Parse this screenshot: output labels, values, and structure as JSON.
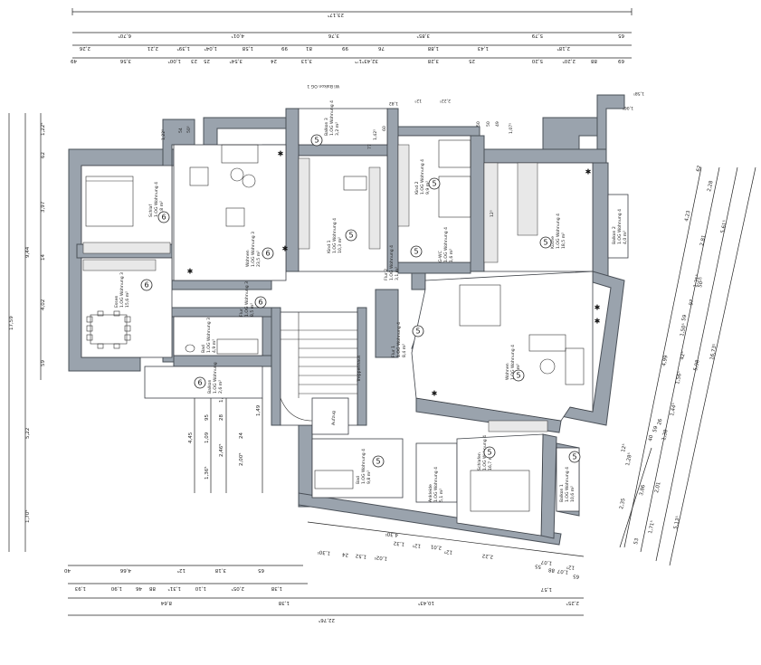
{
  "top_dims": {
    "row1": [
      "23,17⁵"
    ],
    "row2": [
      "6,70⁵",
      "4,01⁵",
      "3,76",
      "3,85⁵",
      "5,79",
      "65"
    ],
    "row3": [
      "2,26",
      "2,21",
      "1,39⁵",
      "1,04⁵",
      "1,58",
      "99",
      "81",
      "99",
      "76",
      "1,88",
      "1,43",
      "2,18⁵"
    ],
    "row4": [
      "49",
      "3,56",
      "1,00⁵",
      "23",
      "25",
      "3,54⁵",
      "24",
      "3,13",
      "32,43⁵1⁷⁵",
      "3,28",
      "25",
      "5,20",
      "2,20⁵",
      "88",
      "69"
    ]
  },
  "left_dims": {
    "outer": [
      "17,59"
    ],
    "middle": [
      "9,44",
      "5,22",
      "1,70⁵"
    ],
    "inner": [
      "1,22⁵",
      "62",
      "3,97",
      "14",
      "4,02",
      "59"
    ]
  },
  "right_dims": [
    "16,73⁵",
    "5,98",
    "5,13⁵",
    "5,61⁵",
    "2,28",
    "2,81",
    "1,50⁵",
    "1,38",
    "1,71⁵",
    "4,23",
    "97",
    "1,31⁵",
    "4,99",
    "1,56⁵",
    "1,44⁵",
    "59",
    "2,01",
    "53",
    "3,86",
    "2,35",
    "1,28⁵",
    "42⁵",
    "40",
    "26",
    "59",
    "50²⁵",
    "62",
    "12⁵"
  ],
  "bottom_dims": {
    "row1": [
      "4,30⁵",
      "1,30⁵",
      "24",
      "1,52",
      "1,02⁵",
      "1,32",
      "12⁵",
      "2,01",
      "12⁵",
      "2,22",
      "1,07",
      "55",
      "88",
      "1,07",
      "12⁵",
      "65"
    ],
    "row2": [
      "40",
      "4,66",
      "12⁵",
      "3,18",
      "65"
    ],
    "row3": [
      "1,93",
      "1,90",
      "46",
      "88",
      "1,31⁵",
      "1,10",
      "2,05⁵",
      "1,38"
    ],
    "row4": [
      "8,64",
      "1,38",
      "10,43⁵",
      "1,57",
      "2,25⁵"
    ],
    "row5": [
      "22,76⁵"
    ]
  },
  "section_dims": [
    "4,45",
    "1,09",
    "1,36⁵",
    "95",
    "28",
    "1,20",
    "1,49",
    "2,46⁵",
    "24",
    "2,00⁵",
    "38"
  ],
  "rooms": [
    {
      "name": "Schlaf",
      "label": "1.OG Wohnung 4",
      "area": "12,8 m²",
      "circle": "6"
    },
    {
      "name": "Wohnen",
      "label": "1.OG Wohnung 3",
      "area": "23,5 m²",
      "circle": "6"
    },
    {
      "name": "Balkon 3",
      "label": "1.OG Wohnung 4",
      "area": "3,2 m²",
      "circle": "5"
    },
    {
      "name": "Kind 1",
      "label": "1.OG Wohnung 4",
      "area": "10,3 m²",
      "circle": "5"
    },
    {
      "name": "Kind 2",
      "label": "1.OG Wohnung 4",
      "area": "9,9 m²",
      "circle": "5"
    },
    {
      "name": "Küche",
      "label": "1.OG Wohnung 4",
      "area": "18,5 m²",
      "circle": "5"
    },
    {
      "name": "Balkon 2",
      "label": "1.OG Wohnung 4",
      "area": "4,0 m²",
      "circle": "5"
    },
    {
      "name": "Essen",
      "label": "1.OG Wohnung 3",
      "area": "15,6 m²",
      "circle": "6"
    },
    {
      "name": "Flur",
      "label": "1.OG Wohnung 3",
      "area": "8,5 m²",
      "circle": "6"
    },
    {
      "name": "Bad",
      "label": "1.OG Wohnung 3",
      "area": "4,9 m²",
      "circle": "6"
    },
    {
      "name": "Balkon",
      "label": "1.OG Wohnung",
      "area": "2,6 m²",
      "circle": "6"
    },
    {
      "name": "Flur 2",
      "label": "1.OG Wohnung 4",
      "area": "3,1 m²",
      "circle": "5"
    },
    {
      "name": "G-WC",
      "label": "1.OG Wohnung 4",
      "area": "1,6 m²",
      "circle": "5"
    },
    {
      "name": "Flur 1",
      "label": "1.OG Wohnung 4",
      "area": "8,4 m²",
      "circle": "5"
    },
    {
      "name": "Wohnen",
      "label": "1.OG Wohnung 4",
      "area": "41,9 m²",
      "circle": "5"
    },
    {
      "name": "Bad",
      "label": "1.OG Wohnung 4",
      "area": "9,8 m²",
      "circle": "5"
    },
    {
      "name": "Ankleide",
      "label": "1.OG Wohnung 4",
      "area": "5,1 m²",
      "circle": "5"
    },
    {
      "name": "Schlafen",
      "label": "1.OG Wohnung 4",
      "area": "16,7 m²",
      "circle": "5"
    },
    {
      "name": "Balkon 1",
      "label": "1.OG Wohnung 4",
      "area": "10,6 m²",
      "circle": "5"
    },
    {
      "name": "Treppenhaus",
      "label": "",
      "area": "",
      "circle": ""
    },
    {
      "name": "Aufzug",
      "label": "",
      "area": "",
      "circle": ""
    }
  ],
  "top_note": "Wi Balkon OG 1",
  "small_labels": [
    "1,58⁵",
    "1,06⁵",
    "1,82",
    "2,22⁵",
    "12⁵",
    "1,07⁵",
    "60",
    "12⁵",
    "77",
    "1,42⁵",
    "50",
    "49",
    "50",
    "1,22⁵",
    "54",
    "50⁵"
  ]
}
